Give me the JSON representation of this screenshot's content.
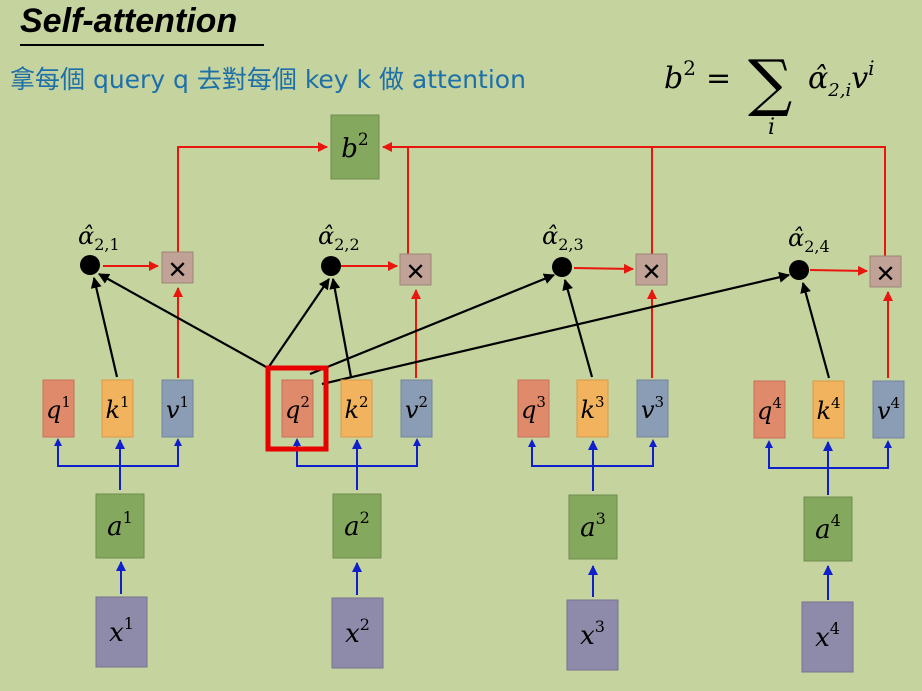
{
  "title": "Self-attention",
  "subtitle": "拿每個 query q 去對每個  key k 做 attention",
  "formula": {
    "lhs": "b",
    "lhs_sup": "2",
    "eq": "=",
    "sum": "∑",
    "sum_sub": "i",
    "alpha": "α̂",
    "alpha_sub": "2,i",
    "v": "v",
    "v_sup": "i"
  },
  "output": {
    "base": "b",
    "sup": "2"
  },
  "multiply_symbol": "✕",
  "alphas": [
    {
      "base": "α̂",
      "sub": "2,1"
    },
    {
      "base": "α̂",
      "sub": "2,2"
    },
    {
      "base": "α̂",
      "sub": "2,3"
    },
    {
      "base": "α̂",
      "sub": "2,4"
    }
  ],
  "groups": [
    {
      "q": "q",
      "k": "k",
      "v": "v",
      "a": "a",
      "x": "x",
      "idx": "1"
    },
    {
      "q": "q",
      "k": "k",
      "v": "v",
      "a": "a",
      "x": "x",
      "idx": "2"
    },
    {
      "q": "q",
      "k": "k",
      "v": "v",
      "a": "a",
      "x": "x",
      "idx": "3"
    },
    {
      "q": "q",
      "k": "k",
      "v": "v",
      "a": "a",
      "x": "x",
      "idx": "4"
    }
  ],
  "colors": {
    "background": "#c5d39f",
    "q_box": "#e08a6c",
    "k_box": "#f2b35f",
    "v_box": "#8b9cb5",
    "a_box": "#84a85e",
    "x_box": "#8e8aa9",
    "mult_box": "#c0a396",
    "red_arrow": "#e8160c",
    "blue_arrow": "#0f1fcc",
    "highlight": "#e60000",
    "subtitle": "#1d6fa8"
  }
}
